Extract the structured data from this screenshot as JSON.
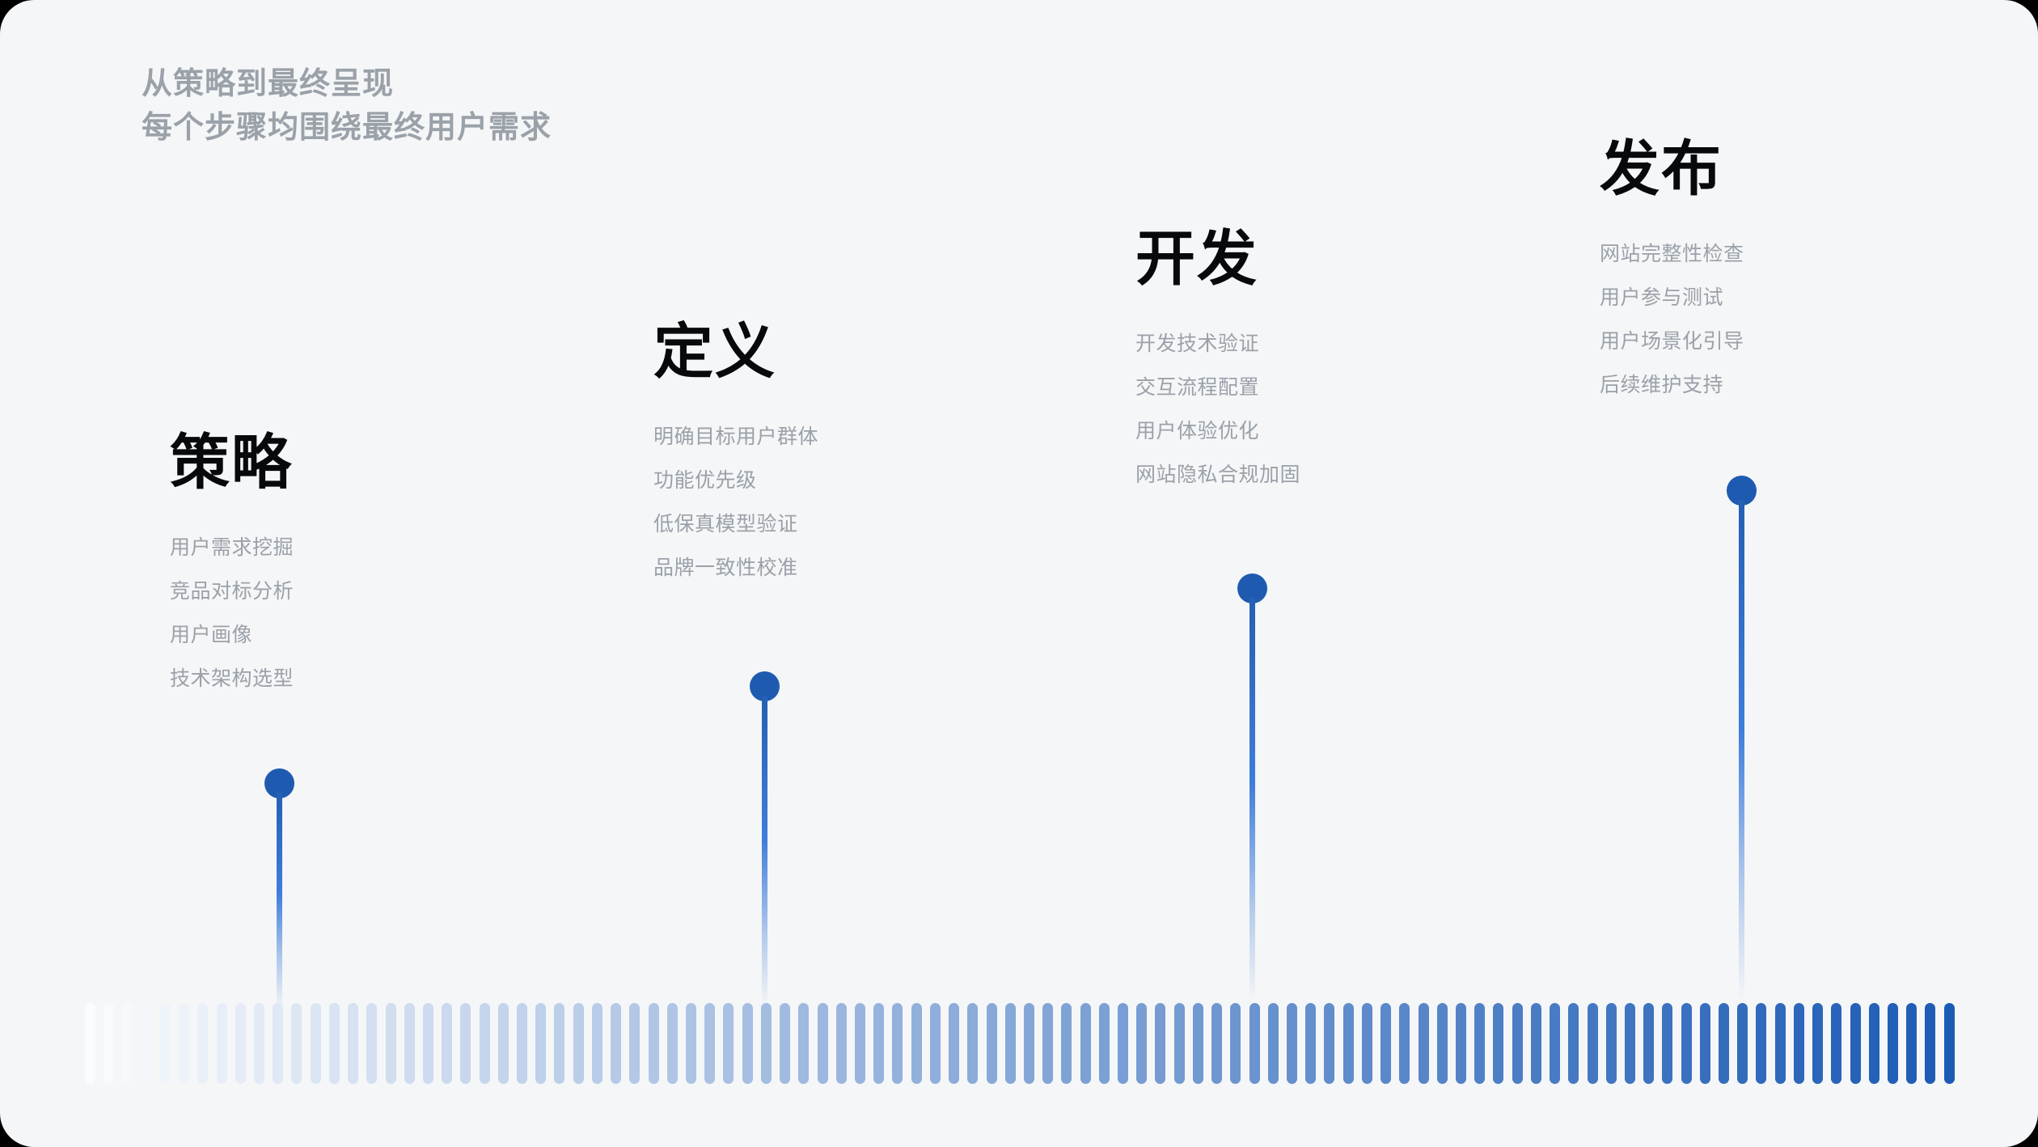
{
  "theme": {
    "page_background": "#000000",
    "card_background": "#f5f6f7",
    "title_color": "#07090c",
    "muted_text_color": "#9aa1a9",
    "accent_color": "#1e5bb0",
    "bar_start_color": "#fbfcfe",
    "bar_end_color": "#1c5bb5"
  },
  "header": {
    "line1": "从策略到最终呈现",
    "line2": "每个步骤均围绕最终用户需求"
  },
  "stages": [
    {
      "title": "策略",
      "items": [
        "用户需求挖掘",
        "竞品对标分析",
        "用户画像",
        "技术架构选型"
      ]
    },
    {
      "title": "定义",
      "items": [
        "明确目标用户群体",
        "功能优先级",
        "低保真模型验证",
        "品牌一致性校准"
      ]
    },
    {
      "title": "开发",
      "items": [
        "开发技术验证",
        "交互流程配置",
        "用户体验优化",
        "网站隐私合规加固"
      ]
    },
    {
      "title": "发布",
      "items": [
        "网站完整性检查",
        "用户参与测试",
        "用户场景化引导",
        "后续维护支持"
      ]
    }
  ],
  "markers": [
    {
      "label": "策略",
      "x": 345,
      "y": 968,
      "stem_height": 270
    },
    {
      "label": "定义",
      "x": 945,
      "y": 848,
      "stem_height": 385
    },
    {
      "label": "开发",
      "x": 1548,
      "y": 727,
      "stem_height": 500
    },
    {
      "label": "发布",
      "x": 2153,
      "y": 606,
      "stem_height": 620
    }
  ],
  "bar_row": {
    "count": 100,
    "start_color": "#fbfcfe",
    "end_color": "#1c5bb5"
  },
  "chart_data": {
    "type": "bar",
    "title": "从策略到最终呈现",
    "subtitle": "每个步骤均围绕最终用户需求",
    "categories": [
      "策略",
      "定义",
      "开发",
      "发布"
    ],
    "values": [
      1,
      2,
      3,
      4
    ],
    "xlabel": "",
    "ylabel": "",
    "ylim": [
      0,
      4
    ],
    "legend": "none",
    "grid": false,
    "annotations": [
      "策略: 用户需求挖掘 / 竞品对标分析 / 用户画像 / 技术架构选型",
      "定义: 明确目标用户群体 / 功能优先级 / 低保真模型验证 / 品牌一致性校准",
      "开发: 开发技术验证 / 交互流程配置 / 用户体验优化 / 网站隐私合规加固",
      "发布: 网站完整性检查 / 用户参与测试 / 用户场景化引导 / 后续维护支持"
    ]
  }
}
